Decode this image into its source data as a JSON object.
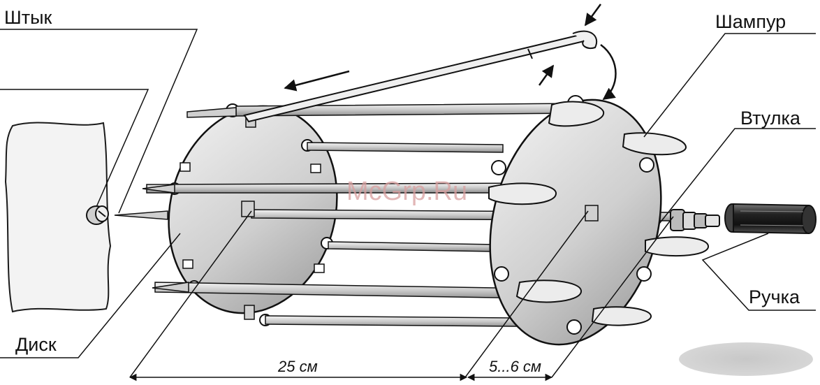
{
  "labels": {
    "shtyk": "Штык",
    "disk": "Диск",
    "shampur": "Шампур",
    "vtulka": "Втулка",
    "ruchka": "Ручка"
  },
  "dimensions": {
    "length": "25 см",
    "gap": "5...6 см"
  },
  "watermark": "McGrp.Ru",
  "colors": {
    "line": "#1a1a1a",
    "disk_fill": "#d6d6d6",
    "rod_fill": "#cfcfcf",
    "meat_fill": "#f3f3f3",
    "shadow": "#cfcfcf"
  }
}
